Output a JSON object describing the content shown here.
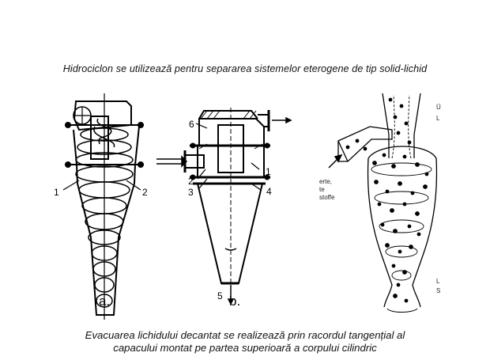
{
  "title": "Hidrociclon se utilizează pentru separarea sistemelor eterogene de tip solid-lichid",
  "caption": {
    "line1": "Evacuarea lichidului decantat se realizează prin racordul tangențial al",
    "line2": "capacului montat pe partea superioară a corpului cilindric"
  },
  "figure_a": {
    "label": "a.",
    "callouts": [
      "1",
      "2"
    ]
  },
  "figure_b": {
    "label": "b.",
    "callouts": [
      "6",
      "1",
      "2",
      "3",
      "4",
      "5"
    ]
  },
  "figure_c": {
    "side_text_top": [
      "Ü",
      "L"
    ],
    "side_text_bottom": [
      "L",
      "S"
    ],
    "inlet_text": [
      "erte,",
      "te",
      "stoffe"
    ]
  }
}
